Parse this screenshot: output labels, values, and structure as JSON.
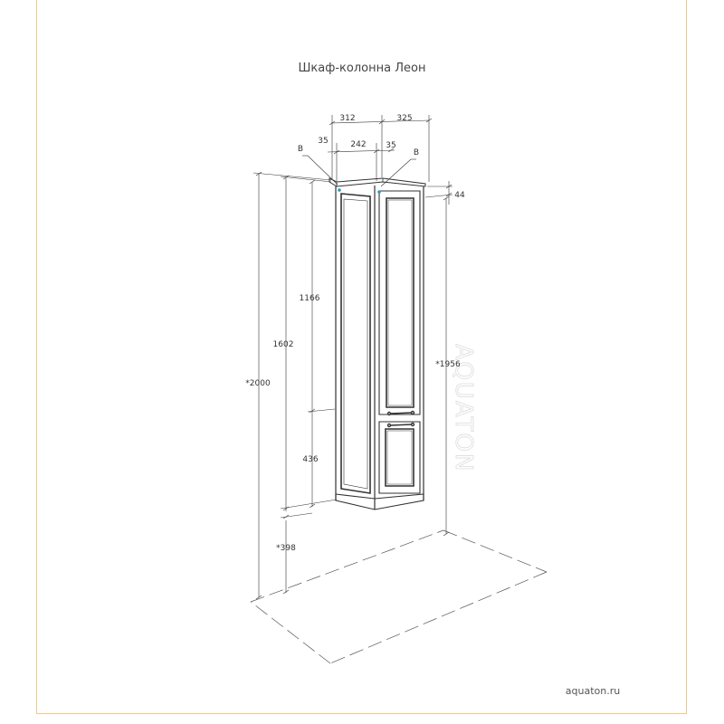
{
  "title": "Шкаф-колонна Леон",
  "website": "aquaton.ru",
  "watermark": "AQUATON",
  "dimensions": {
    "depth_left": "312",
    "depth_right": "325",
    "offset_left": "35",
    "inner_width": "242",
    "offset_right": "35",
    "marker_left": "B",
    "marker_right": "B",
    "top_gap": "44",
    "upper_door": "1166",
    "lower_door": "436",
    "cabinet_to_top": "1602",
    "total_height": "*2000",
    "height_right": "*1956",
    "floor_gap": "*398"
  },
  "colors": {
    "frame": "#f2c88a",
    "line": "#333333",
    "hinge": "#2a9bb5"
  }
}
